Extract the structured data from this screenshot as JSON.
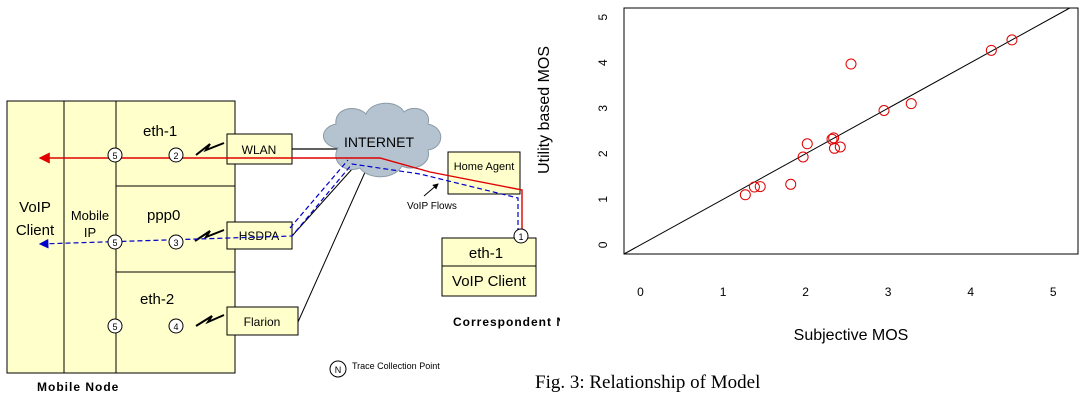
{
  "diagram": {
    "mobile_node": {
      "title": "Mobile Node",
      "client_line1": "VoIP",
      "client_line2": "Client",
      "mip_line1": "Mobile",
      "mip_line2": "IP",
      "interfaces": [
        "eth-1",
        "ppp0",
        "eth-2"
      ]
    },
    "access_networks": [
      "WLAN",
      "HSDPA",
      "Flarion"
    ],
    "internet": "INTERNET",
    "home_agent": "Home Agent",
    "voip_flows": "VoIP Flows",
    "correspondent": {
      "title": "Correspondent Node",
      "iface": "eth-1",
      "client": "VoIP Client"
    },
    "trace_points": [
      "5",
      "2",
      "5",
      "3",
      "5",
      "4",
      "1"
    ],
    "legend_symbol": "N",
    "legend_text": "Trace Collection Point",
    "colors": {
      "box_fill": "#ffffcc",
      "cloud_fill": "#b4c3cf",
      "flow_red": "#e00000",
      "flow_blue": "#0000cc"
    }
  },
  "chart_data": {
    "type": "scatter",
    "xlabel": "Subjective MOS",
    "ylabel": "Utility based MOS",
    "xlim": [
      -0.2,
      5.3
    ],
    "ylim": [
      -0.2,
      5.2
    ],
    "x_ticks": [
      "0",
      "1",
      "2",
      "3",
      "4",
      "5"
    ],
    "y_ticks": [
      "0",
      "1",
      "2",
      "3",
      "4",
      "5"
    ],
    "reference_line": "y = x",
    "marker_color": "#e00000",
    "points": [
      {
        "x": 1.27,
        "y": 1.1
      },
      {
        "x": 1.38,
        "y": 1.27
      },
      {
        "x": 1.45,
        "y": 1.28
      },
      {
        "x": 1.82,
        "y": 1.33
      },
      {
        "x": 1.97,
        "y": 1.93
      },
      {
        "x": 2.02,
        "y": 2.22
      },
      {
        "x": 2.32,
        "y": 2.32
      },
      {
        "x": 2.34,
        "y": 2.35
      },
      {
        "x": 2.35,
        "y": 2.12
      },
      {
        "x": 2.42,
        "y": 2.15
      },
      {
        "x": 2.55,
        "y": 3.97
      },
      {
        "x": 2.95,
        "y": 2.95
      },
      {
        "x": 3.28,
        "y": 3.1
      },
      {
        "x": 4.25,
        "y": 4.27
      },
      {
        "x": 4.5,
        "y": 4.5
      }
    ],
    "grid": false
  },
  "caption": "Fig. 3:  Relationship  of  Model"
}
